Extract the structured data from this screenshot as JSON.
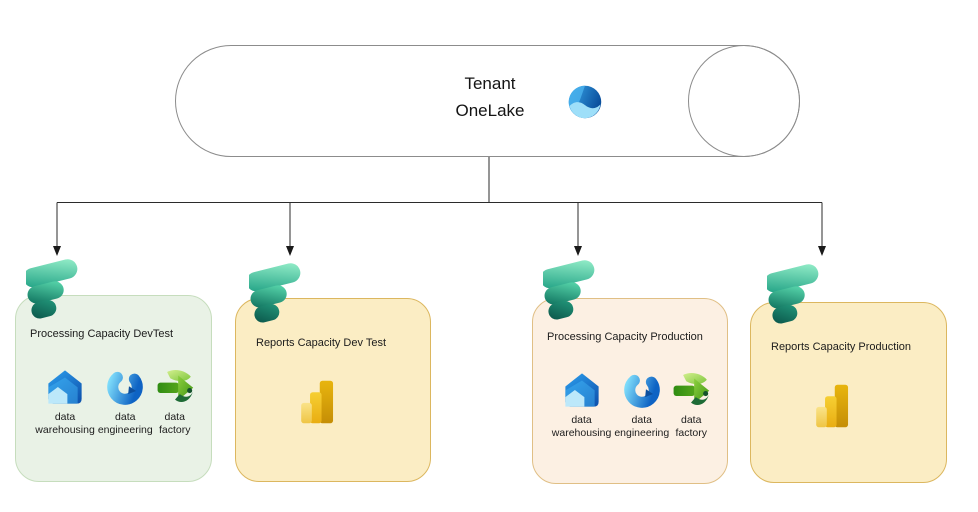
{
  "tenant": {
    "title_line1": "Tenant",
    "title_line2": "OneLake",
    "icon": "onelake-icon",
    "outline_color": "#8c8c8c"
  },
  "connector": {
    "line_color": "#2b2b2b",
    "branches": 4
  },
  "capacities": [
    {
      "title": "Processing Capacity DevTest",
      "kind": "processing",
      "badge_icon": "fabric-icon",
      "fill": "#e9f2e6",
      "border": "#c6ddbd",
      "services": [
        {
          "icon": "data-warehousing-icon",
          "label_line1": "data",
          "label_line2": "warehousing"
        },
        {
          "icon": "data-engineering-icon",
          "label_line1": "data",
          "label_line2": "engineering"
        },
        {
          "icon": "data-factory-icon",
          "label_line1": "data",
          "label_line2": "factory"
        }
      ]
    },
    {
      "title": "Reports Capacity Dev Test",
      "kind": "reports",
      "badge_icon": "fabric-icon",
      "fill": "#fbedc4",
      "border": "#dcb75f",
      "icon": "power-bi-icon"
    },
    {
      "title": "Processing Capacity Production",
      "kind": "processing",
      "badge_icon": "fabric-icon",
      "fill": "#fcf0e3",
      "border": "#e0bf85",
      "services": [
        {
          "icon": "data-warehousing-icon",
          "label_line1": "data",
          "label_line2": "warehousing"
        },
        {
          "icon": "data-engineering-icon",
          "label_line1": "data",
          "label_line2": "engineering"
        },
        {
          "icon": "data-factory-icon",
          "label_line1": "data",
          "label_line2": "factory"
        }
      ]
    },
    {
      "title": "Reports Capacity Production",
      "kind": "reports",
      "badge_icon": "fabric-icon",
      "fill": "#fbedc4",
      "border": "#dcb75f",
      "icon": "power-bi-icon"
    }
  ],
  "brand_colors": {
    "fabric_green_light": "#98f0cb",
    "fabric_teal_dark": "#0a5348",
    "onelake_blue": "#0b5cae",
    "powerbi_gold": "#e9ad12",
    "warehouse_blue": "#0f55b0",
    "factory_green": "#2f8c12"
  }
}
